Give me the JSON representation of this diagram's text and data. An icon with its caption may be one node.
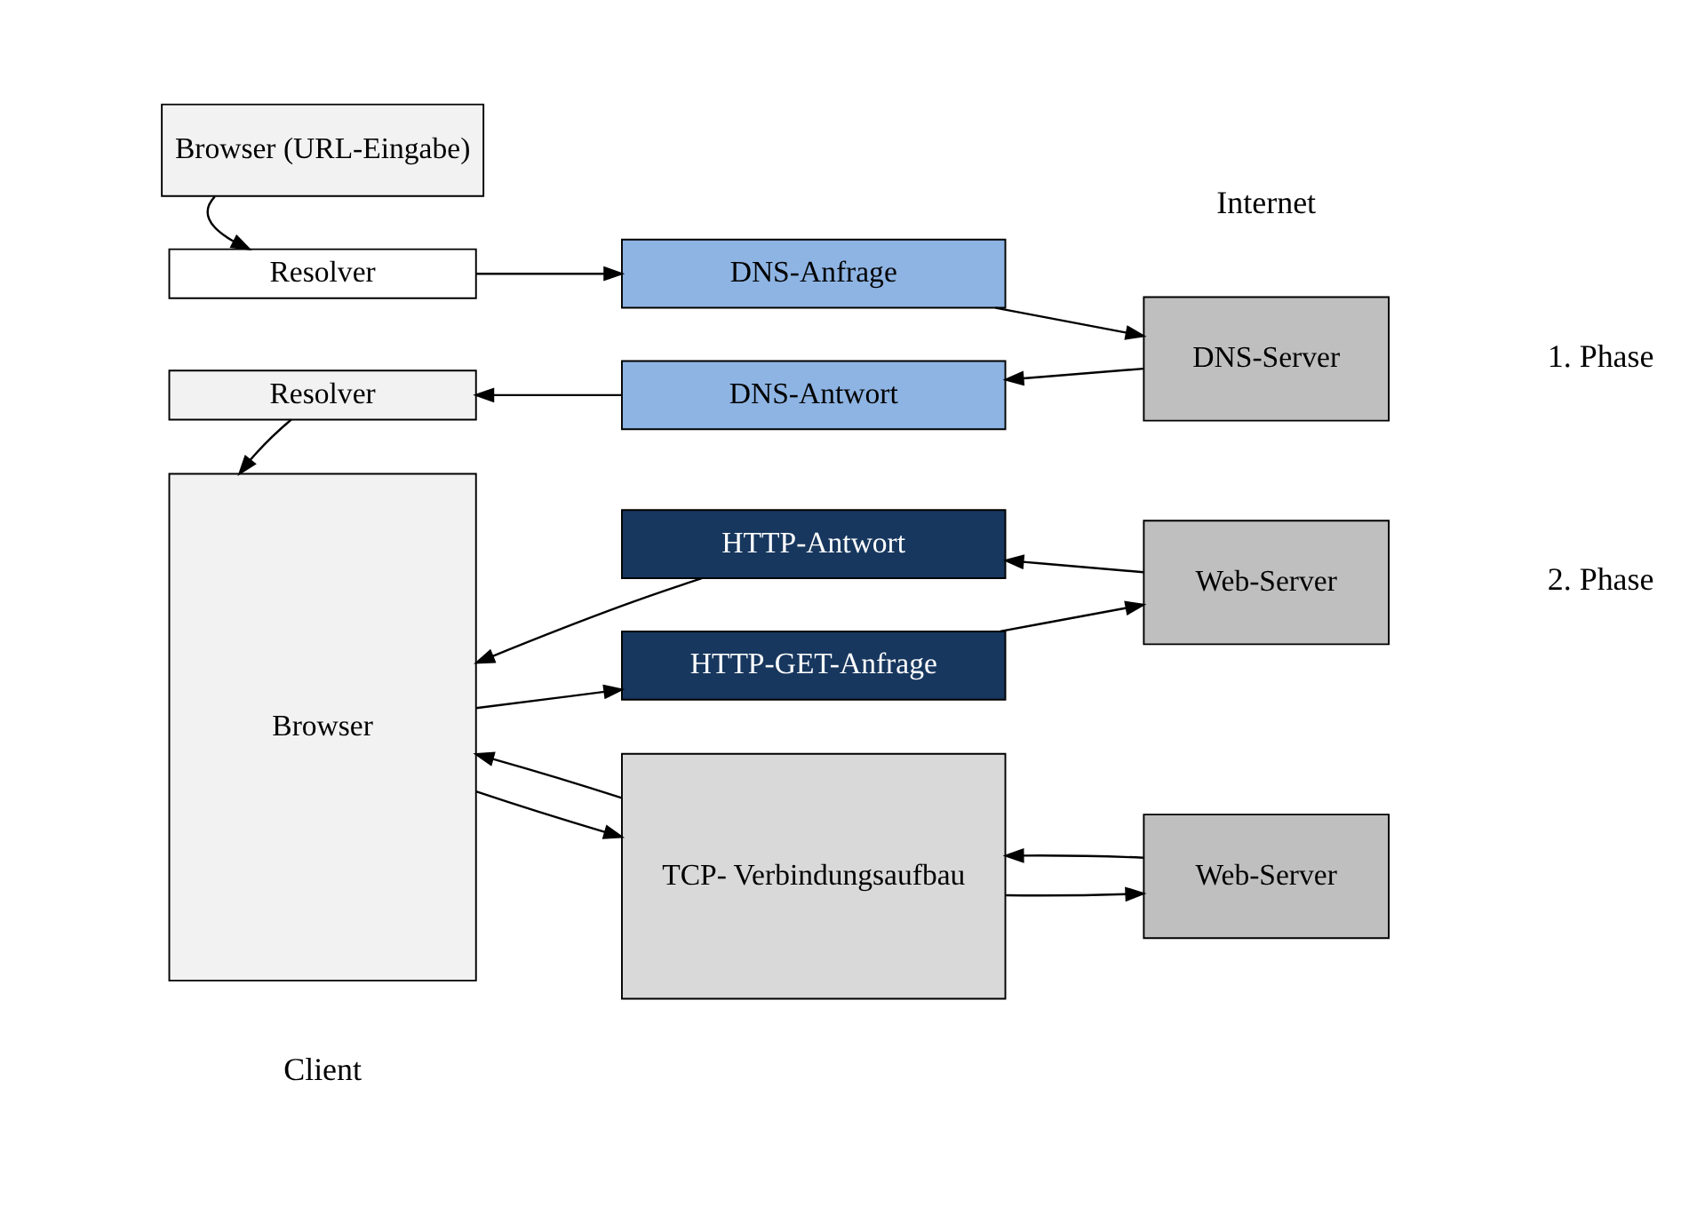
{
  "diagram": {
    "nodes": [
      {
        "text": [
          "Browser (URL-Eingabe)"
        ]
      },
      {
        "text": [
          "Resolver"
        ]
      },
      {
        "text": [
          "DNS-Anfrage"
        ]
      },
      {
        "text": [
          "DNS-Server"
        ]
      },
      {
        "text": [
          "DNS-Antwort"
        ]
      },
      {
        "text": [
          "Resolver"
        ]
      },
      {
        "text": [
          "Browser"
        ]
      },
      {
        "text": [
          "TCP- Verbindungsaufbau"
        ]
      },
      {
        "text": [
          "Web-Server"
        ]
      },
      {
        "text": [
          "HTTP-GET-Anfrage"
        ]
      },
      {
        "text": [
          "Web-Server"
        ]
      },
      {
        "text": [
          "HTTP-Antwort"
        ]
      }
    ],
    "edges": [
      {
        "from": 0,
        "to": 1,
        "arrow": "to"
      },
      {
        "from": 1,
        "to": 2,
        "arrow": "to"
      },
      {
        "from": 2,
        "to": 3,
        "arrow": "to"
      },
      {
        "from": 3,
        "to": 4,
        "arrow": "to"
      },
      {
        "from": 4,
        "to": 5,
        "arrow": "to"
      },
      {
        "from": 5,
        "to": 6,
        "arrow": "to"
      },
      {
        "from": 6,
        "to": 7,
        "arrow": "to"
      },
      {
        "from": 7,
        "to": 8,
        "arrow": "to"
      },
      {
        "from": 8,
        "to": 7,
        "arrow": "to"
      },
      {
        "from": 7,
        "to": 6,
        "arrow": "to"
      },
      {
        "from": 6,
        "to": 9,
        "arrow": "to"
      },
      {
        "from": 9,
        "to": 10,
        "arrow": "to"
      },
      {
        "from": 10,
        "to": 11,
        "arrow": "to"
      },
      {
        "from": 11,
        "to": 6,
        "arrow": "to"
      }
    ],
    "labels": [
      "Client",
      "Internet",
      "1. Phase",
      "2. Phase"
    ]
  }
}
